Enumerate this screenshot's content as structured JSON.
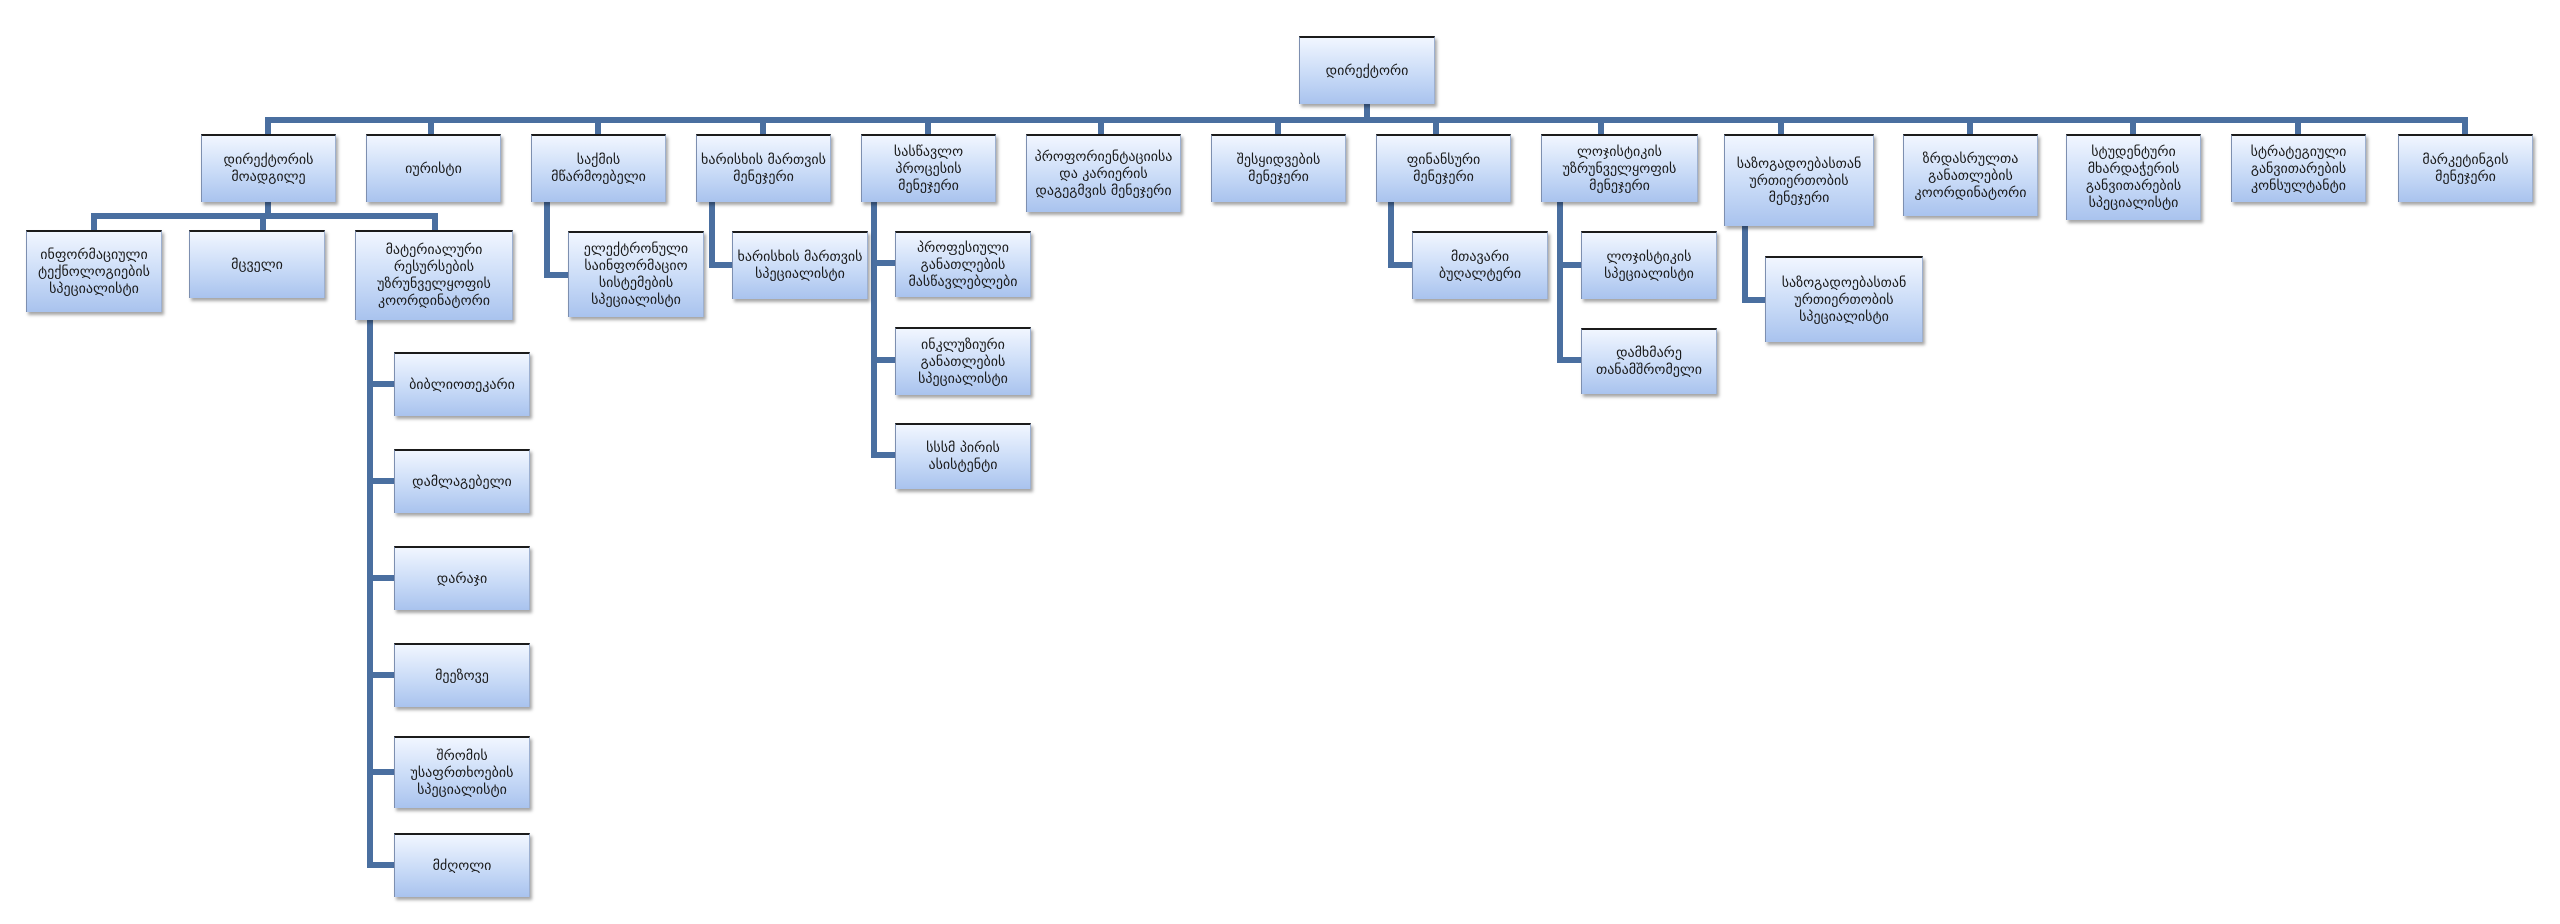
{
  "nodes": {
    "director": "დირექტორი",
    "deputy": "დირექტორის მოადგილე",
    "lawyer": "იურისტი",
    "records": "საქმის მწარმოებელი",
    "quality": "ხარისხის მართვის მენეჯერი",
    "education": "სასწავლო პროცესის მენეჯერი",
    "career": "პროფორიენტაციისა და კარიერის დაგეგმვის მენეჯერი",
    "hr": "შესყიდვების მენეჯერი",
    "finance": "ფინანსური მენეჯერი",
    "logistics": "ლოჯისტიკის უზრუნველყოფის მენეჯერი",
    "pr": "საზოგადოებასთან ურთიერთობის მენეჯერი",
    "adult_ed": "ზრდასრულთა განათლების კოორდინატორი",
    "student": "სტუდენტური მხარდაჭერის განვითარების სპეციალისტი",
    "strategy": "სტრატეგიული განვითარების კონსულტანტი",
    "marketing": "მარკეტინგის მენეჯერი",
    "it": "ინფორმაციული ტექნოლოგიების სპეციალისტი",
    "guard": "მცველი",
    "material": "მატერიალური რესურსების უზრუნველყოფის კოორდინატორი",
    "librarian": "ბიბლიოთეკარი",
    "cleaner": "დამლაგებელი",
    "doorman": "დარაჯი",
    "gardener": "მეეზოვე",
    "safety": "შრომის უსაფრთხოების სპეციალისტი",
    "driver": "მძღოლი",
    "e_systems": "ელექტრონული საინფორმაციო სისტემების სპეციალისტი",
    "quality_spec": "ხარისხის მართვის სპეციალისტი",
    "prof_teachers": "პროფესიული განათლების მასწავლებლები",
    "inclusive": "ინკლუზიური განათლების სპეციალისტი",
    "ssm_assistant": "სსსმ პირის ასისტენტი",
    "accountant": "მთავარი ბუღალტერი",
    "logistics_spec": "ლოჯისტიკის სპეციალისტი",
    "helper": "დამხმარე თანამშრომელი",
    "pr_spec": "საზოგადოებასთან ურთიერთობის სპეციალისტი"
  },
  "colors": {
    "connector": "#4a6fa0",
    "box_top": "#f1f6ff",
    "box_bottom": "#a9c3ee"
  }
}
